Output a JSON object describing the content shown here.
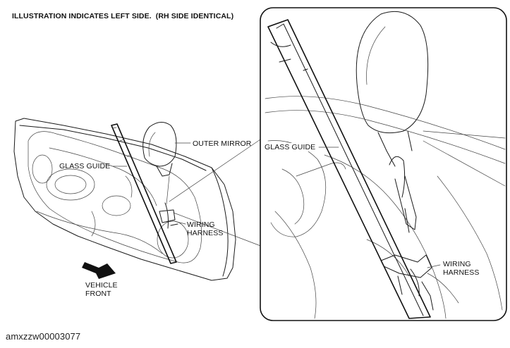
{
  "heading": "ILLUSTRATION INDICATES LEFT SIDE.  (RH SIDE IDENTICAL)",
  "labels": {
    "outer_mirror": "OUTER MIRROR",
    "glass_guide_left": "GLASS GUIDE",
    "wiring_harness_left_1": "WIRING",
    "wiring_harness_left_2": "HARNESS",
    "vehicle_front_1": "VEHICLE",
    "vehicle_front_2": "FRONT",
    "glass_guide_detail": "GLASS GUIDE",
    "wiring_harness_detail_1": "WIRING",
    "wiring_harness_detail_2": "HARNESS"
  },
  "footer_code": "amxzzw00003077",
  "colors": {
    "ink": "#111111",
    "background": "#ffffff"
  }
}
